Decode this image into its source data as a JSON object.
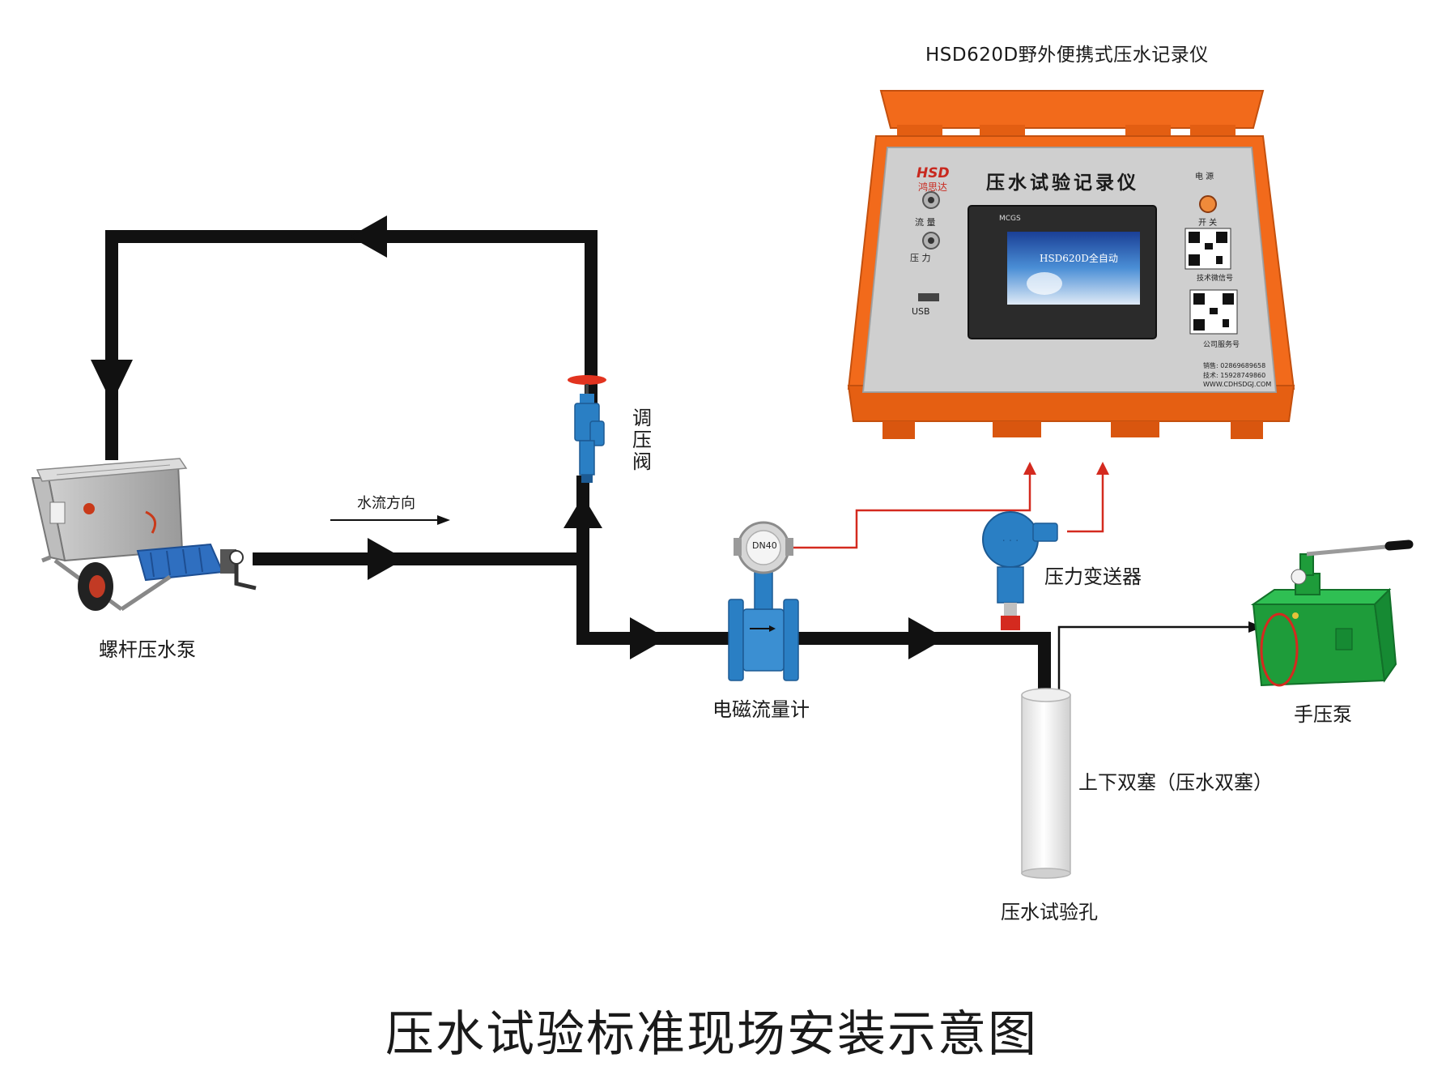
{
  "title": "压水试验标准现场安装示意图",
  "recorder": {
    "caption": "HSD620D野外便携式压水记录仪",
    "brand": "HSD",
    "brand_cn": "鸿思达",
    "panel_title": "压水试验记录仪",
    "port_flow": "流 量",
    "port_pressure": "压 力",
    "usb": "USB",
    "power": "电 源",
    "switch": "开 关",
    "qr1_label": "技术微信号",
    "qr2_label": "公司服务号",
    "screen_brand": "MCGS",
    "screen_text": "HSD620D全自动",
    "sales": "销售: 02869689658",
    "tech": "技术: 15928749860",
    "web": "WWW.CDHSDGJ.COM"
  },
  "labels": {
    "pump": "螺杆压水泵",
    "flow_dir": "水流方向",
    "valve": "调压阀",
    "flowmeter": "电磁流量计",
    "flowmeter_dn": "DN40",
    "transmitter": "压力变送器",
    "packer": "上下双塞（压水双塞）",
    "hole": "压水试验孔",
    "hand_pump": "手压泵"
  },
  "colors": {
    "pipe": "#111111",
    "signal": "#d42a1f",
    "case": "#f26a1b",
    "blue": "#2a7fc4",
    "green": "#1e9c3a"
  }
}
